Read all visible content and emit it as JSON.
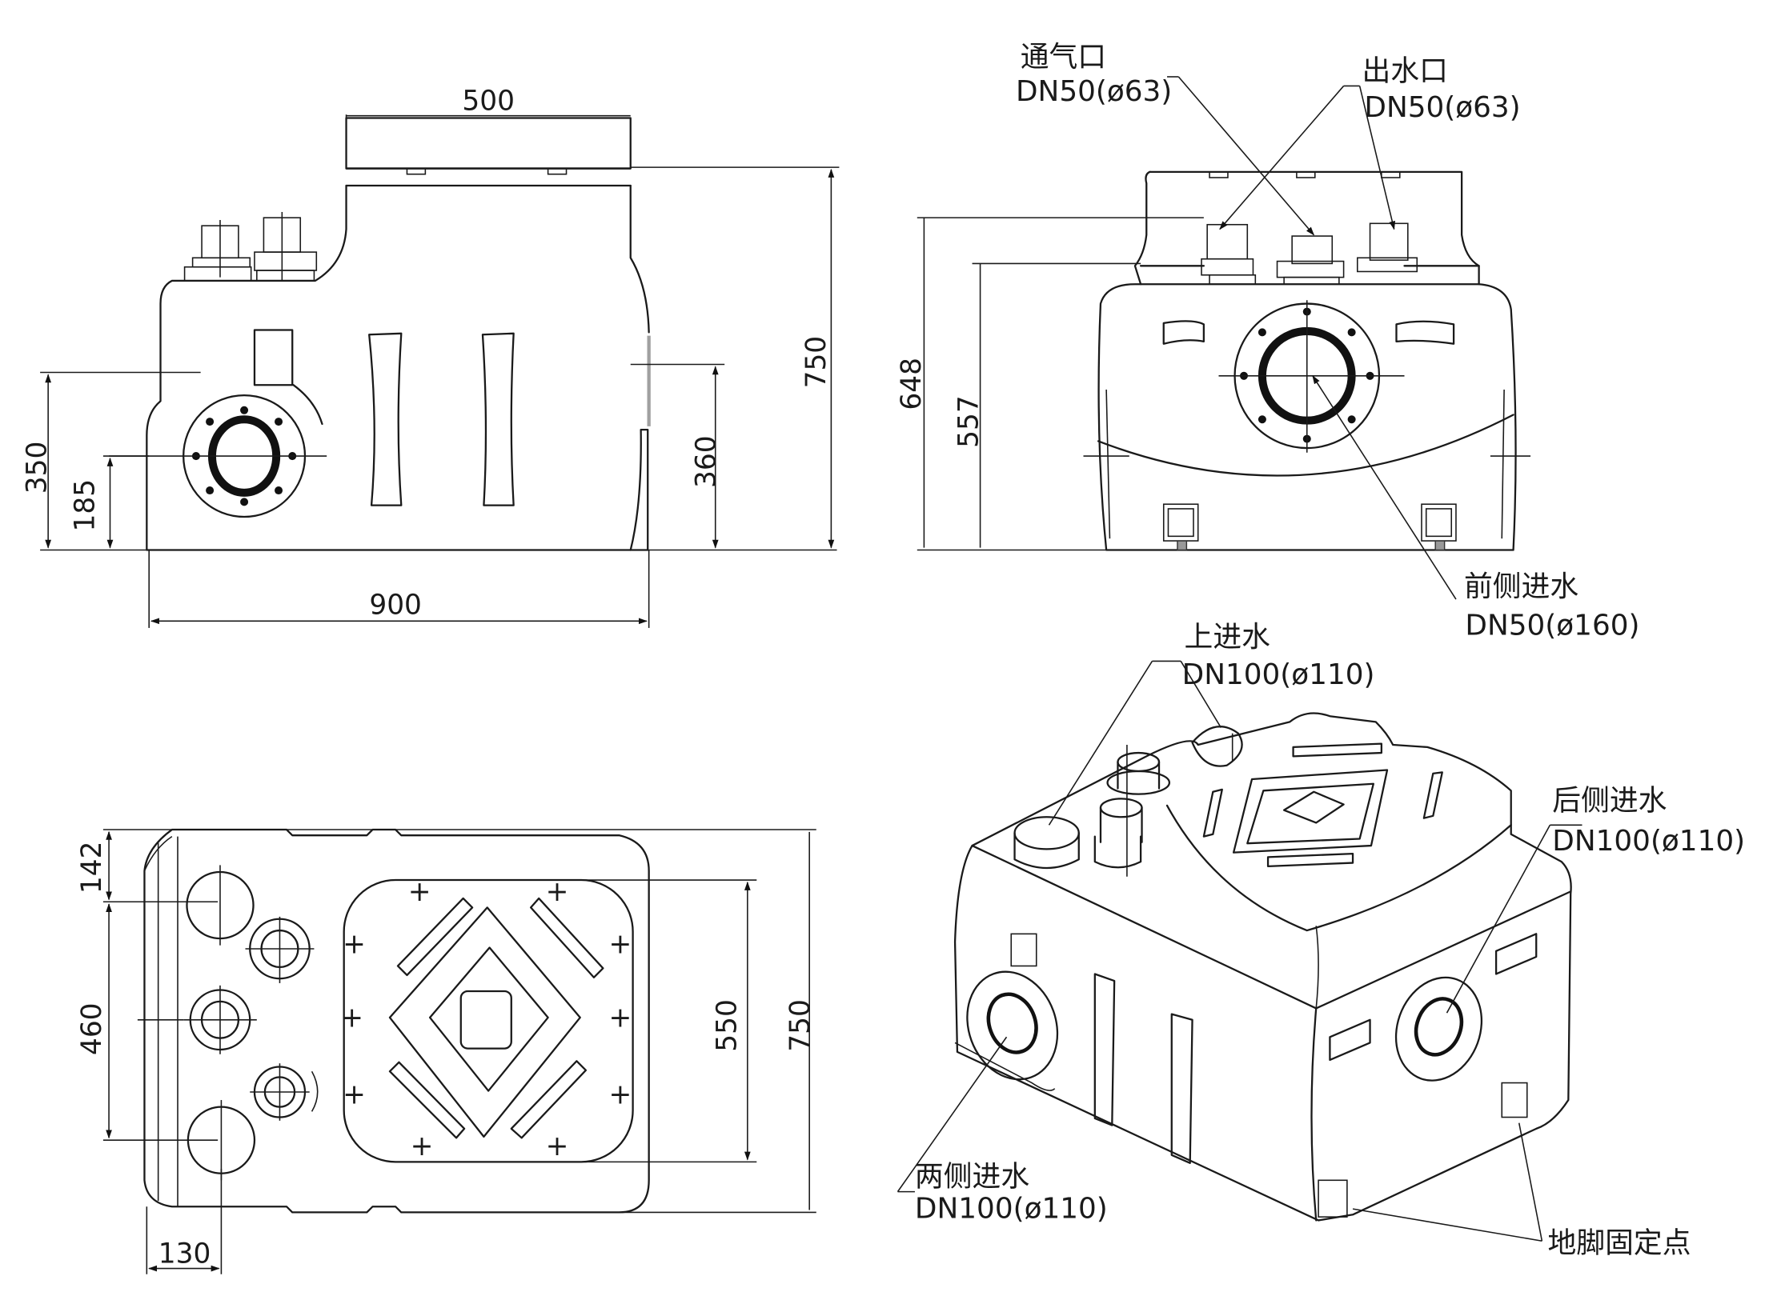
{
  "side_view": {
    "dim_top_width": "500",
    "dim_total_length": "900",
    "dim_inlet_top": "350",
    "dim_inlet_center": "185",
    "dim_right_height": "360",
    "dim_total_height": "750"
  },
  "front_view": {
    "dim_outlet_height": "648",
    "dim_body_height": "557",
    "vent_label": "通气口",
    "vent_spec": "DN50(ø63)",
    "outlet_label": "出水口",
    "outlet_spec": "DN50(ø63)",
    "front_inlet_label": "前侧进水",
    "front_inlet_spec": "DN50(ø160)"
  },
  "plan_view": {
    "dim_top_offset": "142",
    "dim_port_span": "460",
    "dim_left_offset": "130",
    "dim_lid_size": "550",
    "dim_total_depth": "750"
  },
  "iso_view": {
    "top_inlet_label": "上进水",
    "top_inlet_spec": "DN100(ø110)",
    "rear_inlet_label": "后侧进水",
    "rear_inlet_spec": "DN100(ø110)",
    "side_inlet_label": "两侧进水",
    "side_inlet_spec": "DN100(ø110)",
    "foot_label": "地脚固定点"
  }
}
